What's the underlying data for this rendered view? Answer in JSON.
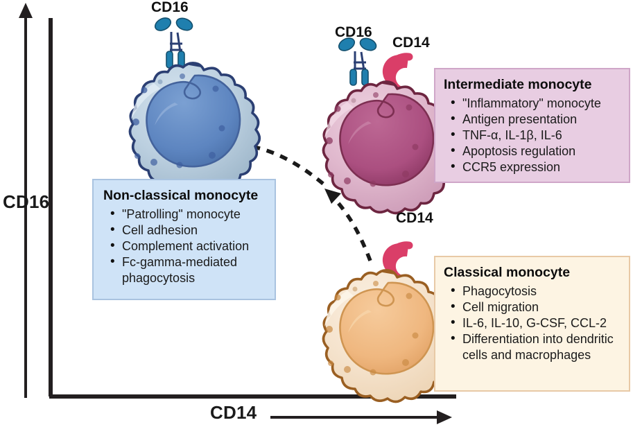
{
  "axes": {
    "y_label": "CD16",
    "x_label": "CD14"
  },
  "receptor_labels": {
    "nonclassical_cd16": "CD16",
    "intermediate_cd16": "CD16",
    "intermediate_cd14": "CD14",
    "classical_cd14": "CD14"
  },
  "boxes": {
    "nonclassical": {
      "title": "Non-classical monocyte",
      "items": [
        "\"Patrolling\" monocyte",
        "Cell adhesion",
        "Complement activation",
        "Fc-gamma-mediated phagocytosis"
      ],
      "fill": "#cfe3f7",
      "border": "#a9c3e0"
    },
    "intermediate": {
      "title": "Intermediate monocyte",
      "items": [
        "\"Inflammatory\" monocyte",
        "Antigen presentation",
        "TNF-α, IL-1β, IL-6",
        "Apoptosis regulation",
        "CCR5 expression"
      ],
      "fill": "#e8cde2",
      "border": "#cfa6c8"
    },
    "classical": {
      "title": "Classical monocyte",
      "items": [
        "Phagocytosis",
        "Cell migration",
        "IL-6, IL-10, G-CSF, CCL-2",
        "Differentiation into dendritic cells and macrophages"
      ],
      "fill": "#fdf4e3",
      "border": "#e8c9a6"
    }
  },
  "cells": {
    "nonclassical": {
      "name": "non-classical-monocyte-cell",
      "membrane": "#a8bfd2",
      "cytoplasm": "#bcd0e0",
      "nucleus": "#5d85c0",
      "outline": "#2b3f73",
      "granule": "#3f5fa0"
    },
    "intermediate": {
      "name": "intermediate-monocyte-cell",
      "membrane": "#dcaec6",
      "cytoplasm": "#e3bdd0",
      "nucleus": "#ab4f80",
      "outline": "#6d2540",
      "granule": "#8e3b62"
    },
    "classical": {
      "name": "classical-monocyte-cell",
      "membrane": "#f3ddc2",
      "cytoplasm": "#f7e8d4",
      "nucleus": "#efb77f",
      "outline": "#9a5f22",
      "granule": "#c98a43"
    }
  },
  "receptor_colors": {
    "cd16_blue": "#1f7fae",
    "cd14_pink": "#da3e68"
  },
  "arrows": {
    "differentiation_path_note": "dashed curved arrow from classical to intermediate to non-classical"
  }
}
